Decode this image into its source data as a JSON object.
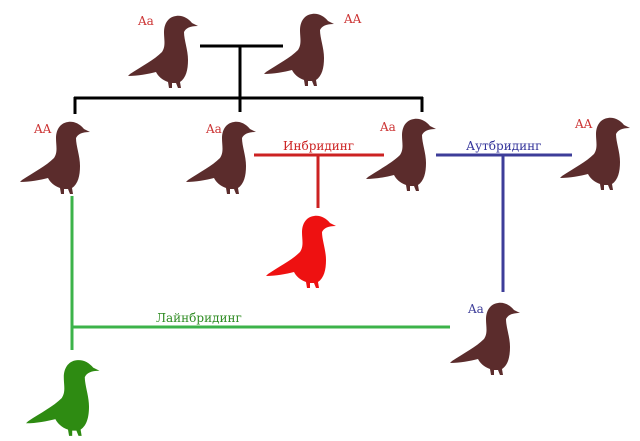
{
  "colors": {
    "bird_default": "#5b2c2c",
    "bird_inbreeding_offspring": "#ee1111",
    "bird_linebreeding_offspring": "#2e8b12",
    "line_pedigree": "#000000",
    "line_inbreeding": "#cc2222",
    "line_outbreeding": "#3d3d99",
    "line_linebreeding": "#3cb34a",
    "genotype_text": "#cc3333",
    "inbreeding_text": "#cc2222",
    "outbreeding_text": "#33339a",
    "linebreeding_text": "#2e8b22",
    "genotype_offspring_text": "#3d3d99"
  },
  "parents": {
    "left": {
      "genotype": "Aa",
      "icon": "pigeon-icon"
    },
    "right": {
      "genotype": "AA",
      "icon": "pigeon-icon"
    }
  },
  "children": [
    {
      "genotype": "AA",
      "icon": "pigeon-icon"
    },
    {
      "genotype": "Aa",
      "icon": "pigeon-icon"
    },
    {
      "genotype": "Aa",
      "icon": "pigeon-icon"
    }
  ],
  "outsider": {
    "genotype": "AA",
    "icon": "pigeon-icon"
  },
  "breeding": {
    "inbreeding": {
      "label": "Инбридинг"
    },
    "outbreeding": {
      "label": "Аутбридинг",
      "offspring_genotype": "Aa"
    },
    "linebreeding": {
      "label": "Лайнбридинг"
    }
  }
}
